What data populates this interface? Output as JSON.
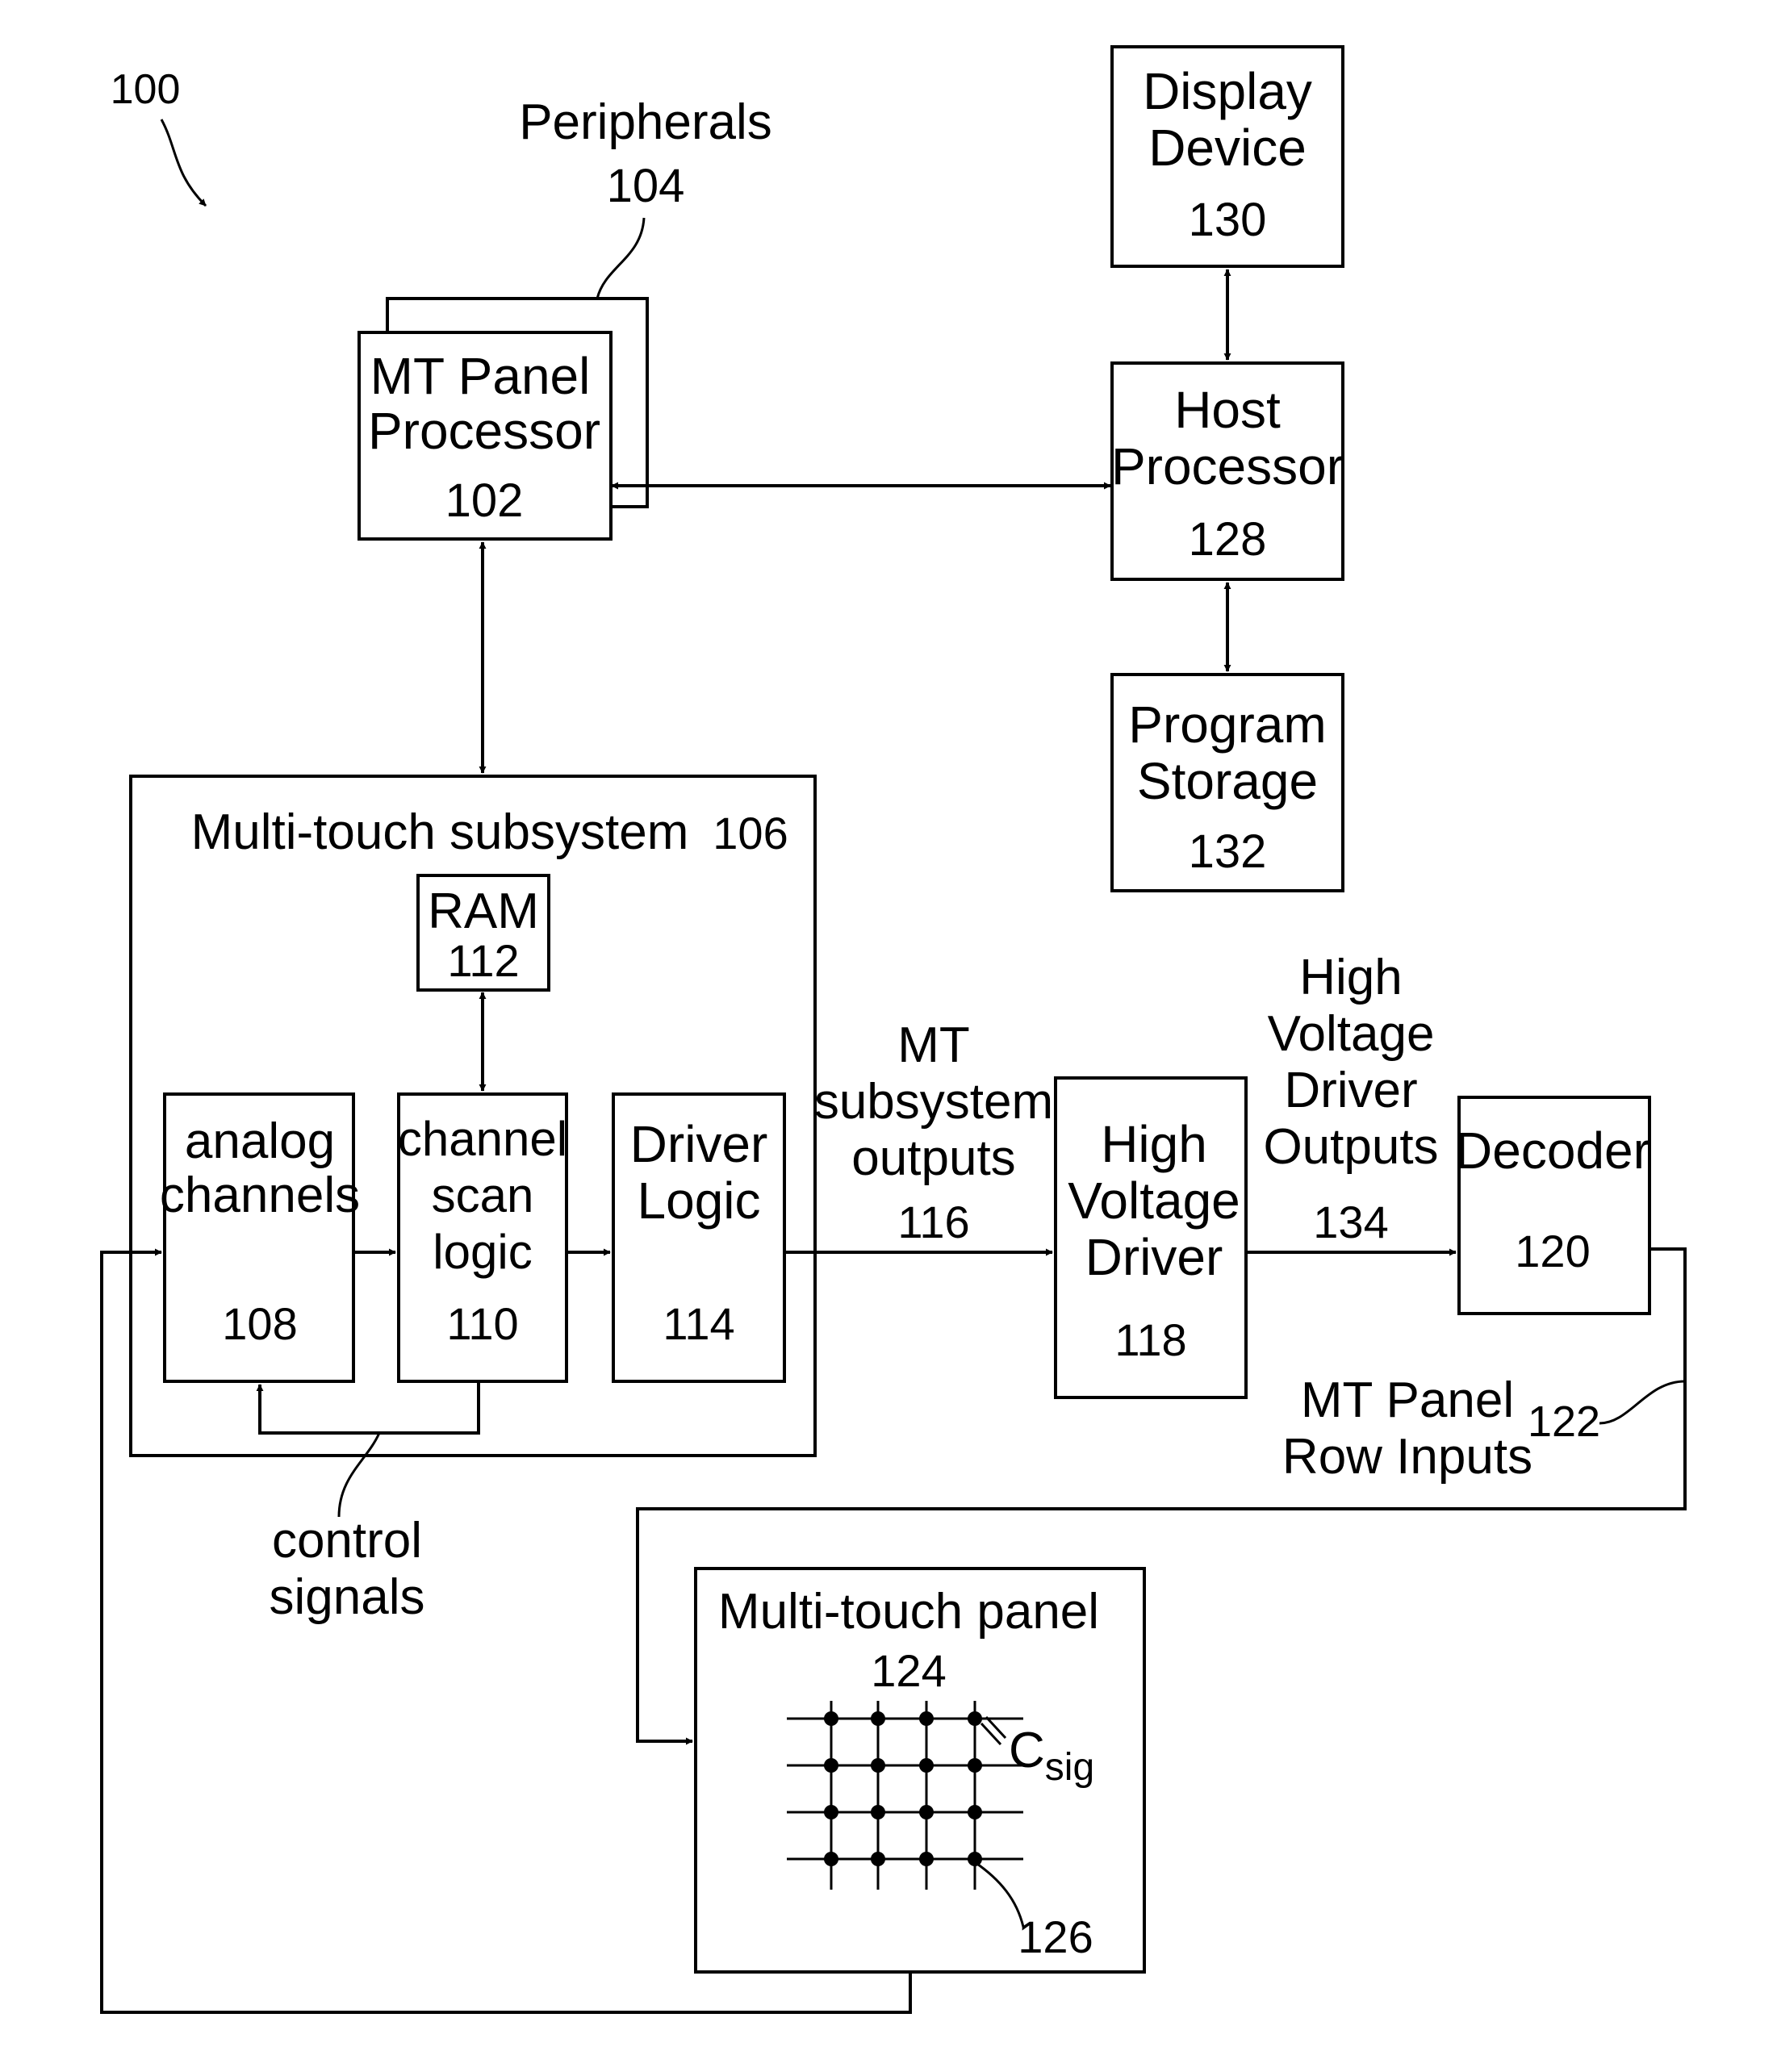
{
  "figure_ref": "100",
  "blocks": {
    "mt_panel_processor": {
      "line1": "MT Panel",
      "line2": "Processor",
      "num": "102"
    },
    "peripherals": {
      "label": "Peripherals",
      "num": "104"
    },
    "display_device": {
      "line1": "Display",
      "line2": "Device",
      "num": "130"
    },
    "host_processor": {
      "line1": "Host",
      "line2": "Processor",
      "num": "128"
    },
    "program_storage": {
      "line1": "Program",
      "line2": "Storage",
      "num": "132"
    },
    "multitouch_subsystem": {
      "label": "Multi-touch subsystem",
      "num": "106"
    },
    "ram": {
      "label": "RAM",
      "num": "112"
    },
    "analog_channels": {
      "line1": "analog",
      "line2": "channels",
      "num": "108"
    },
    "channel_scan_logic": {
      "line1": "channel",
      "line2": "scan",
      "line3": "logic",
      "num": "110"
    },
    "driver_logic": {
      "line1": "Driver",
      "line2": "Logic",
      "num": "114"
    },
    "high_voltage_driver": {
      "line1": "High",
      "line2": "Voltage",
      "line3": "Driver",
      "num": "118"
    },
    "decoder": {
      "label": "Decoder",
      "num": "120"
    },
    "multitouch_panel": {
      "label": "Multi-touch panel",
      "num": "124"
    }
  },
  "signals": {
    "mt_subsystem_outputs": {
      "line1": "MT",
      "line2": "subsystem",
      "line3": "outputs",
      "num": "116"
    },
    "hv_driver_outputs": {
      "line1": "High",
      "line2": "Voltage",
      "line3": "Driver",
      "line4": "Outputs",
      "num": "134"
    },
    "mt_panel_row_inputs": {
      "line1": "MT Panel",
      "line2": "Row Inputs",
      "num": "122"
    },
    "control_signals": {
      "line1": "control",
      "line2": "signals"
    },
    "csig": {
      "main": "C",
      "sub": "sig"
    },
    "node": {
      "num": "126"
    }
  }
}
